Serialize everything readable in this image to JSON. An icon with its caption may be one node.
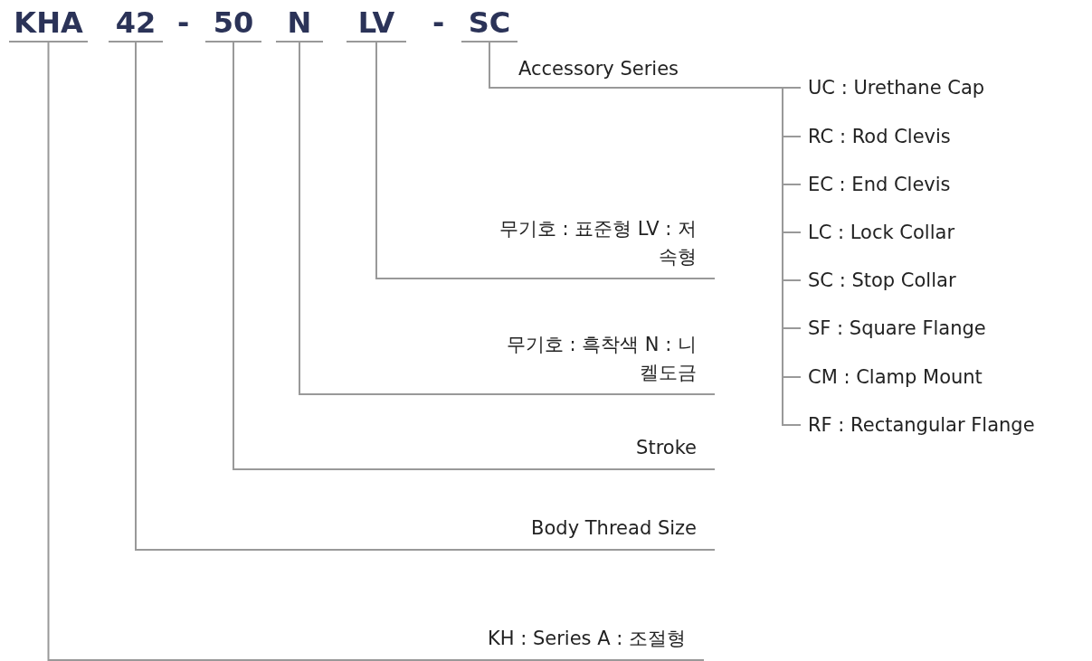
{
  "diagram": {
    "nodes": [
      {
        "text": [
          "KHA"
        ]
      },
      {
        "text": [
          "42"
        ]
      },
      {
        "text": [
          "50"
        ]
      },
      {
        "text": [
          "N"
        ]
      },
      {
        "text": [
          "LV"
        ]
      },
      {
        "text": [
          "SC"
        ]
      },
      {
        "text": [
          "UC : Urethane Cap"
        ]
      },
      {
        "text": [
          "RC : Rod Clevis"
        ]
      },
      {
        "text": [
          "EC : End Clevis"
        ]
      },
      {
        "text": [
          "LC : Lock Collar"
        ]
      },
      {
        "text": [
          "SC : Stop Collar"
        ]
      },
      {
        "text": [
          "SF : Square Flange"
        ]
      },
      {
        "text": [
          "CM : Clamp Mount"
        ]
      },
      {
        "text": [
          "RF : Rectangular Flange"
        ]
      },
      {
        "text": [
          "무기호 : 표준형 LV : 저속형"
        ]
      },
      {
        "text": [
          "무기호 : 흑착색 N : 니켈도금"
        ]
      },
      {
        "text": [
          "Stroke"
        ]
      },
      {
        "text": [
          "Body Thread Size"
        ]
      },
      {
        "text": [
          "KH : Series A : 조절형"
        ]
      }
    ],
    "edges": [
      {
        "from": 5,
        "to": 6,
        "arrow": "none"
      },
      {
        "from": 5,
        "to": 7,
        "arrow": "none"
      },
      {
        "from": 5,
        "to": 8,
        "arrow": "none"
      },
      {
        "from": 5,
        "to": 9,
        "arrow": "none"
      },
      {
        "from": 5,
        "to": 10,
        "arrow": "none"
      },
      {
        "from": 5,
        "to": 11,
        "arrow": "none"
      },
      {
        "from": 5,
        "to": 12,
        "arrow": "none"
      },
      {
        "from": 5,
        "to": 13,
        "arrow": "none"
      },
      {
        "from": 4,
        "to": 14,
        "arrow": "none"
      },
      {
        "from": 3,
        "to": 15,
        "arrow": "none"
      },
      {
        "from": 2,
        "to": 16,
        "arrow": "none"
      },
      {
        "from": 1,
        "to": 17,
        "arrow": "none"
      },
      {
        "from": 0,
        "to": 18,
        "arrow": "none"
      }
    ],
    "labels": [
      "-",
      "-",
      "Accessory Series"
    ]
  }
}
